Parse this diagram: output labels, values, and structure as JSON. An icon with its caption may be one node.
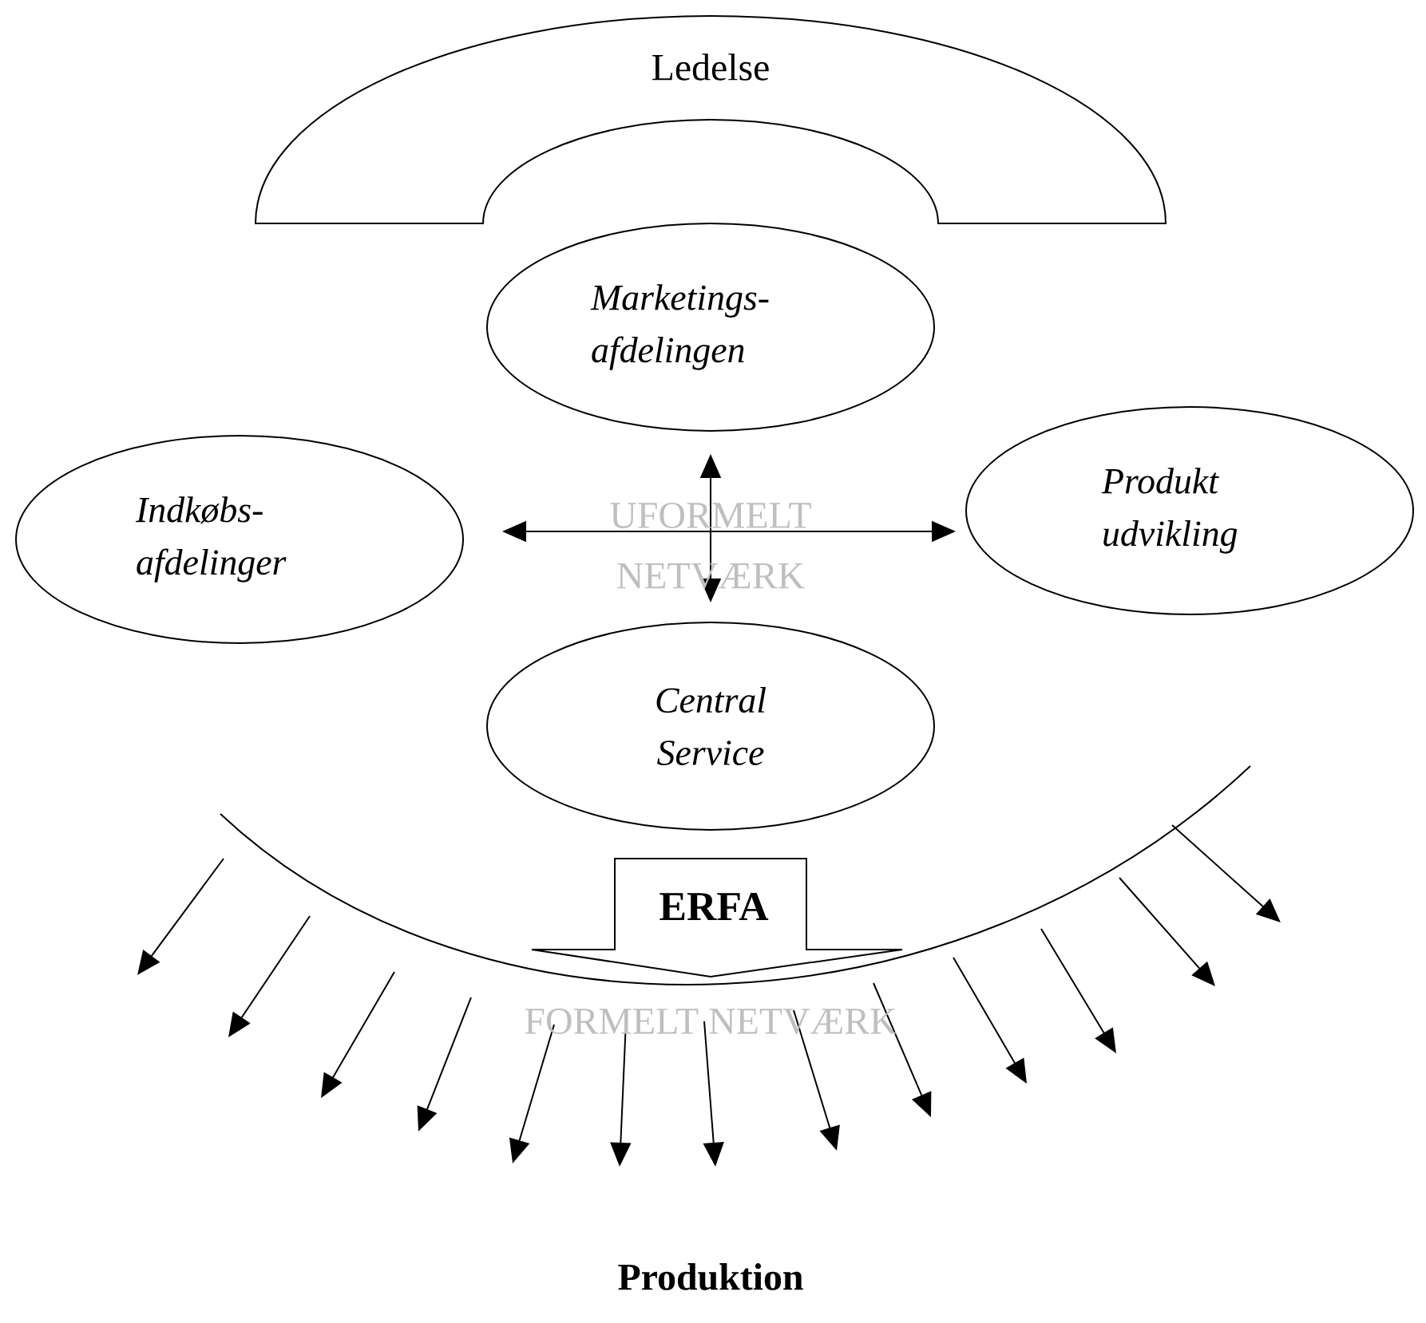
{
  "diagram": {
    "nodes": [
      {
        "text": [
          "Ledelse"
        ]
      },
      {
        "text": [
          "Marketings- afdelingen"
        ]
      },
      {
        "text": [
          "Indkøbs- afdelinger"
        ]
      },
      {
        "text": [
          "Produkt udvikling"
        ]
      },
      {
        "text": [
          "Central Service"
        ]
      },
      {
        "text": [
          "ERFA"
        ]
      }
    ],
    "edges": [
      {
        "from": 2,
        "to": 3,
        "arrow": "both"
      },
      {
        "from": 1,
        "to": 4,
        "arrow": "both"
      }
    ],
    "labels": [
      "UFORMELT NETVÆRK",
      "FORMELT NETVÆRK",
      "Produktion"
    ]
  }
}
